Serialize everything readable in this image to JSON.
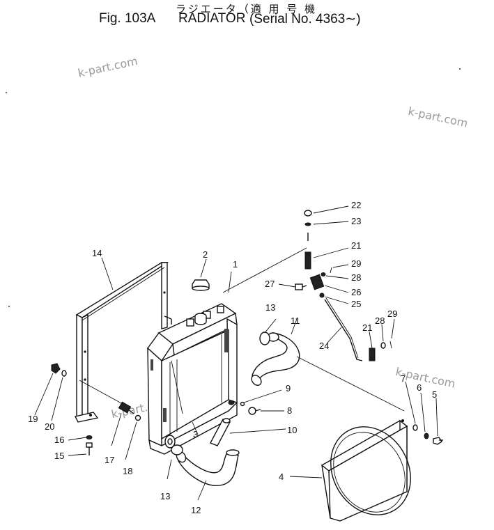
{
  "header": {
    "title_jp": "ラジエータ（適 用 号 機",
    "fig_label": "Fig. 103A",
    "part_name": "RADIATOR",
    "serial": "(Serial No. 4363∼)"
  },
  "watermarks": [
    "k-part.com",
    "k-part.com",
    "k-part.com",
    "k-part.com"
  ],
  "callouts": {
    "c1": "1",
    "c2": "2",
    "c3": "3",
    "c4": "4",
    "c5": "5",
    "c6": "6",
    "c7": "7",
    "c8": "8",
    "c9": "9",
    "c10": "10",
    "c11": "11",
    "c12": "12",
    "c13a": "13",
    "c13b": "13",
    "c14": "14",
    "c15": "15",
    "c16": "16",
    "c17": "17",
    "c18": "18",
    "c19": "19",
    "c20": "20",
    "c21a": "21",
    "c21b": "21",
    "c22": "22",
    "c23": "23",
    "c24": "24",
    "c25": "25",
    "c26": "26",
    "c27": "27",
    "c28a": "28",
    "c28b": "28",
    "c29a": "29",
    "c29b": "29"
  }
}
